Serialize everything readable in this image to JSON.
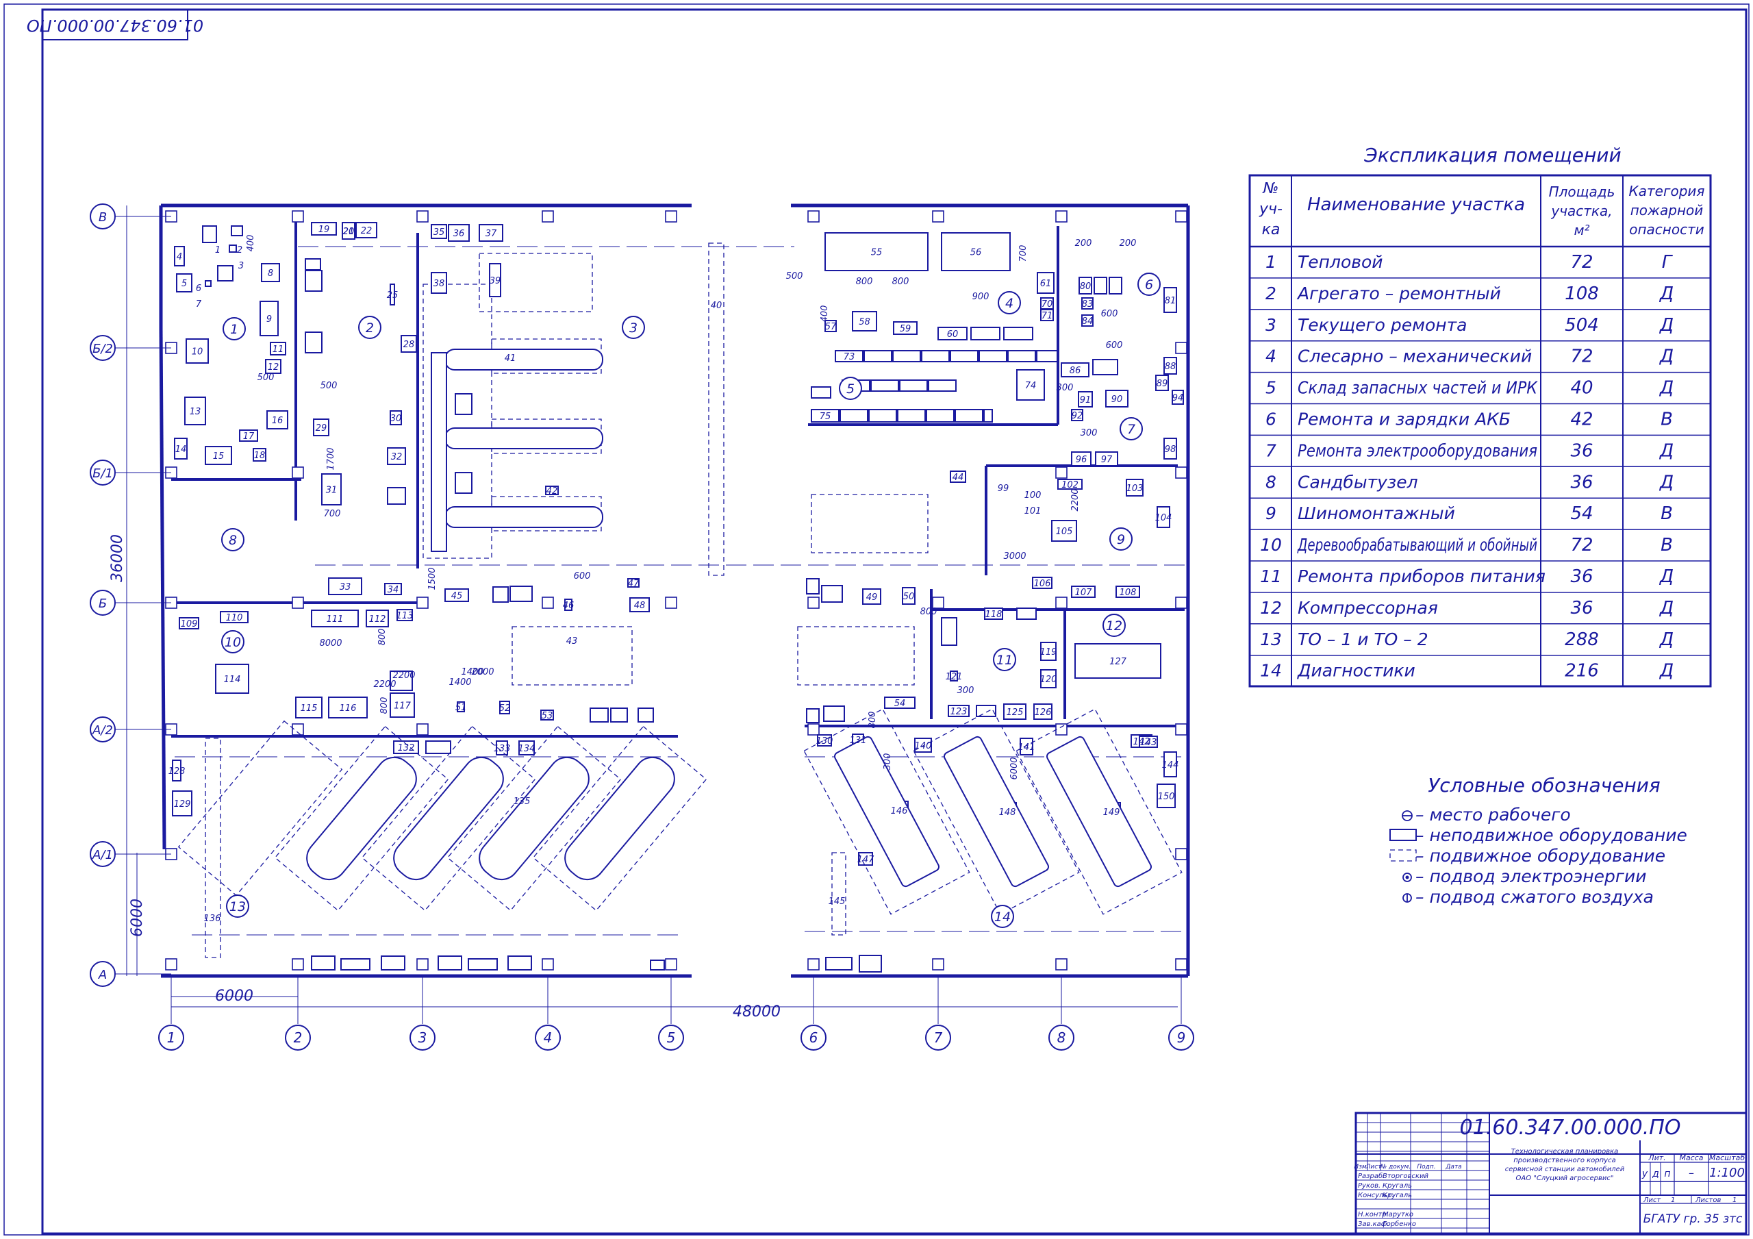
{
  "drawing_code": "01.60.347.00.000.ПО",
  "explication": {
    "title": "Экспликация помещений",
    "headers": {
      "no": [
        "№",
        "уч-",
        "ка"
      ],
      "name": "Наименование участка",
      "area": [
        "Площадь",
        "участка,",
        "м²"
      ],
      "category": [
        "Категория",
        "пожарной",
        "опасности"
      ]
    },
    "rows": [
      {
        "no": "1",
        "name": "Тепловой",
        "area": "72",
        "cat": "Г"
      },
      {
        "no": "2",
        "name": "Агрегато – ремонтный",
        "area": "108",
        "cat": "Д"
      },
      {
        "no": "3",
        "name": "Текущего ремонта",
        "area": "504",
        "cat": "Д"
      },
      {
        "no": "4",
        "name": "Слесарно – механический",
        "area": "72",
        "cat": "Д"
      },
      {
        "no": "5",
        "name": "Склад запасных частей и ИРК",
        "area": "40",
        "cat": "Д"
      },
      {
        "no": "6",
        "name": "Ремонта и зарядки АКБ",
        "area": "42",
        "cat": "В"
      },
      {
        "no": "7",
        "name": "Ремонта электрооборудования",
        "area": "36",
        "cat": "Д"
      },
      {
        "no": "8",
        "name": "Сандбытузел",
        "area": "36",
        "cat": "Д"
      },
      {
        "no": "9",
        "name": "Шиномонтажный",
        "area": "54",
        "cat": "В"
      },
      {
        "no": "10",
        "name": "Деревообрабатывающий и обойный",
        "area": "72",
        "cat": "В"
      },
      {
        "no": "11",
        "name": "Ремонта приборов питания",
        "area": "36",
        "cat": "Д"
      },
      {
        "no": "12",
        "name": "Компрессорная",
        "area": "36",
        "cat": "Д"
      },
      {
        "no": "13",
        "name": "ТО – 1 и ТО – 2",
        "area": "288",
        "cat": "Д"
      },
      {
        "no": "14",
        "name": "Диагностики",
        "area": "216",
        "cat": "Д"
      }
    ]
  },
  "legend": {
    "title": "Условные обозначения",
    "items": [
      {
        "symbol": "workplace",
        "text": "– место рабочего"
      },
      {
        "symbol": "fixed",
        "text": "– неподвижное оборудование"
      },
      {
        "symbol": "mobile",
        "text": "– подвижное оборудование"
      },
      {
        "symbol": "power",
        "text": "– подвод электроэнергии"
      },
      {
        "symbol": "air",
        "text": "– подвод сжатого воздуха"
      }
    ]
  },
  "plan": {
    "column_axes": [
      "1",
      "2",
      "3",
      "4",
      "5",
      "6",
      "7",
      "8",
      "9"
    ],
    "row_axes": [
      "В",
      "Б/2",
      "Б/1",
      "Б",
      "А/2",
      "А/1",
      "А"
    ],
    "dimensions": {
      "total_width": "48000",
      "total_height": "36000",
      "bay": "6000",
      "row_bay": "6000"
    },
    "zone_numbers": [
      "1",
      "2",
      "3",
      "4",
      "5",
      "6",
      "7",
      "8",
      "9",
      "10",
      "11",
      "12",
      "13",
      "14"
    ],
    "equipment_labels": [
      "4",
      "5",
      "3",
      "2",
      "1",
      "6",
      "7",
      "8",
      "9",
      "11",
      "12",
      "10",
      "13",
      "14",
      "15",
      "16",
      "17",
      "18",
      "19",
      "20",
      "21",
      "22",
      "25",
      "28",
      "29",
      "30",
      "31",
      "32",
      "33",
      "34",
      "35",
      "36",
      "37",
      "38",
      "39",
      "40",
      "41",
      "42",
      "43",
      "44",
      "45",
      "46",
      "47",
      "48",
      "49",
      "50",
      "51",
      "52",
      "53",
      "54",
      "55",
      "56",
      "57",
      "58",
      "59",
      "60",
      "61",
      "70",
      "71",
      "73",
      "74",
      "75",
      "80",
      "81",
      "83",
      "84",
      "86",
      "88",
      "89",
      "90",
      "91",
      "92",
      "94",
      "96",
      "97",
      "98",
      "99",
      "100",
      "101",
      "102",
      "103",
      "104",
      "105",
      "106",
      "107",
      "108",
      "109",
      "110",
      "111",
      "112",
      "113",
      "114",
      "115",
      "116",
      "117",
      "118",
      "119",
      "120",
      "121",
      "123",
      "125",
      "126",
      "127",
      "128",
      "129",
      "130",
      "131",
      "132",
      "133",
      "134",
      "135",
      "136",
      "140",
      "141",
      "142",
      "143",
      "144",
      "145",
      "146",
      "147",
      "148",
      "149",
      "150"
    ],
    "dim_labels": [
      "400",
      "500",
      "500",
      "1700",
      "700",
      "800",
      "800",
      "900",
      "700",
      "500",
      "1400",
      "2200",
      "300",
      "200",
      "200",
      "600",
      "400",
      "600",
      "300",
      "2200",
      "3000",
      "1500",
      "600",
      "800",
      "2000",
      "1400",
      "800",
      "2200",
      "8000",
      "800",
      "300",
      "800",
      "300",
      "6000",
      "48000",
      "36000",
      "6000"
    ]
  },
  "title_block": {
    "code": "01.60.347.00.000.ПО",
    "description": [
      "Технологическая планировка",
      "производственного корпуса",
      "сервисной станции автомобилей",
      "ОАО \"Слуцкий агросервис\""
    ],
    "headers": [
      "Изм.",
      "Лист",
      "№ докум.",
      "Подп.",
      "Дата"
    ],
    "people": [
      {
        "role": "Разраб.",
        "name": "Вторговский"
      },
      {
        "role": "Руков.",
        "name": "Кругаль"
      },
      {
        "role": "Консульт.",
        "name": "Кругаль"
      },
      {
        "role": "Н.контр.",
        "name": "Марутко"
      },
      {
        "role": "Зав.каф.",
        "name": "Горбенко"
      }
    ],
    "lit_header": "Лит.",
    "mass_header": "Масса",
    "scale_header": "Масштаб",
    "lit": [
      "у",
      "д",
      "п"
    ],
    "mass": "–",
    "scale": "1:100",
    "sheet_label": "Лист",
    "sheet_value": "1",
    "sheets_label": "Листов",
    "sheets_value": "1",
    "org": "БГАТУ гр. 35 зтс"
  }
}
